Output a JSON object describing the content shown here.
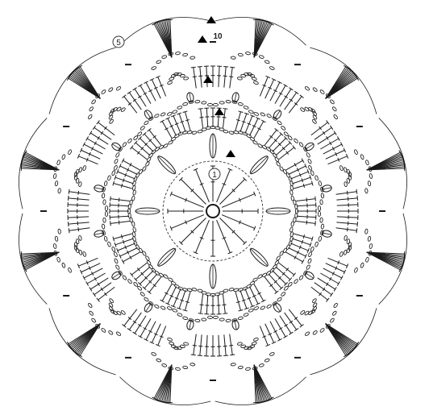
{
  "diagram": {
    "kind": "crochet-doily-chart",
    "center_ring": "magic-ring",
    "round_labels": [
      "1",
      "5",
      "10"
    ],
    "rounds": [
      {
        "round": 1,
        "repeats": 8,
        "stitch": "treble"
      },
      {
        "round": 2,
        "repeats": 8,
        "stitch": "puff-cluster"
      },
      {
        "round": 3,
        "repeats": 16,
        "stitch": "chain-arch"
      },
      {
        "round": 4,
        "repeats": 16,
        "stitch": "treble-fan"
      },
      {
        "round": 5,
        "repeats": 16,
        "stitch": "chain-arch"
      },
      {
        "round": 6,
        "repeats": 8,
        "stitch": "treble-fan"
      },
      {
        "round": 7,
        "repeats": 8,
        "stitch": "chain-arch"
      },
      {
        "round": 8,
        "repeats": 8,
        "stitch": "treble-fan"
      },
      {
        "round": 9,
        "repeats": 12,
        "stitch": "chain-arch"
      },
      {
        "round": 10,
        "repeats": 12,
        "stitch": "shell-scallop"
      }
    ],
    "colors": {
      "ink": "#1a1a1a",
      "marker": "#000000",
      "paper": "#ffffff"
    }
  }
}
